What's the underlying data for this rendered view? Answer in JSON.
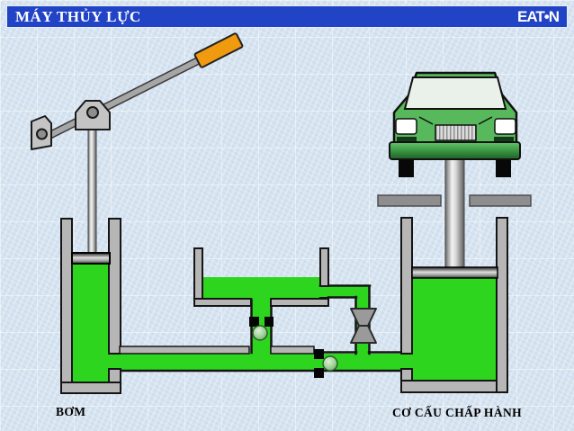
{
  "header": {
    "title": "MÁY THỦY LỰC",
    "logo": "EAT•N"
  },
  "footer": {
    "pump_label": "BƠM",
    "actuator_label": "CƠ CẤU CHẤP HÀNH"
  },
  "colors": {
    "header_bg": "#2143c6",
    "background": "#d6e3f0",
    "fluid": "#2ed51f",
    "wall": "#b6b6b6",
    "car_green": "#58b85c",
    "handle_orange": "#f09a10"
  },
  "diagram": {
    "type": "hydraulic-jack-schematic",
    "parts": [
      "lever-handle",
      "lever-rod",
      "lever-fulcrum-bracket",
      "lever-pivot-block",
      "pump-cylinder",
      "pump-piston",
      "reservoir-tank",
      "suction-check-valve",
      "discharge-check-valve",
      "release-throttle-valve",
      "connecting-pipe",
      "actuator-cylinder",
      "actuator-piston",
      "lift-platform",
      "car"
    ]
  }
}
